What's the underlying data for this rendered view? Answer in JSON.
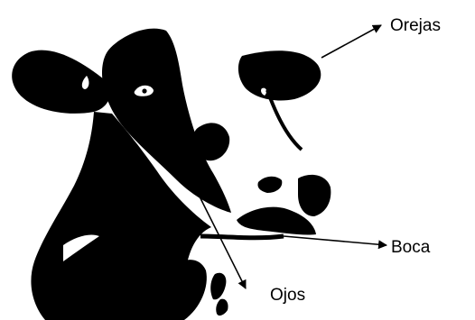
{
  "labels": {
    "ears": "Orejas",
    "mouth": "Boca",
    "eyes": "Ojos"
  },
  "colors": {
    "ink": "#000000",
    "background": "#ffffff"
  }
}
